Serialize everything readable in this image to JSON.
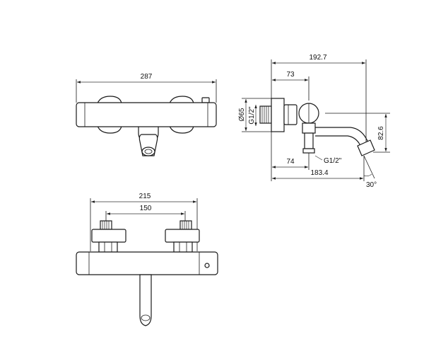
{
  "dimensions": {
    "front_width": "287",
    "side_total_depth": "192.7",
    "side_body_depth": "73",
    "side_body_diameter": "Ø65",
    "side_inlet_thread": "G1/2\"",
    "side_spout_height": "82.6",
    "side_outlet_thread": "G1/2\"",
    "side_outlet_offset": "74",
    "side_spout_reach": "183.4",
    "side_spout_angle": "30°",
    "bottom_total_width": "215",
    "bottom_inlet_spacing": "150"
  }
}
